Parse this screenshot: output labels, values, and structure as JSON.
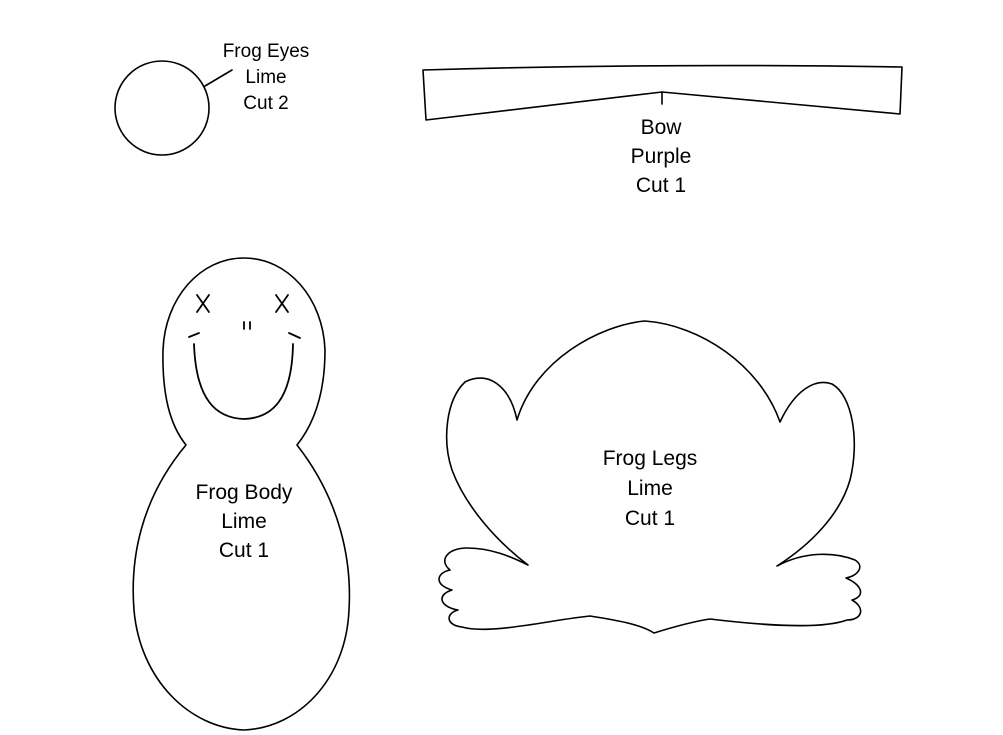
{
  "pieces": {
    "frog_eyes": {
      "name": "Frog Eyes",
      "color": "Lime",
      "cut": "Cut 2"
    },
    "bow": {
      "name": "Bow",
      "color": "Purple",
      "cut": "Cut 1"
    },
    "frog_body": {
      "name": "Frog Body",
      "color": "Lime",
      "cut": "Cut 1"
    },
    "frog_legs": {
      "name": "Frog Legs",
      "color": "Lime",
      "cut": "Cut 1"
    }
  },
  "colors": {
    "line": "#000000",
    "background": "#ffffff"
  }
}
